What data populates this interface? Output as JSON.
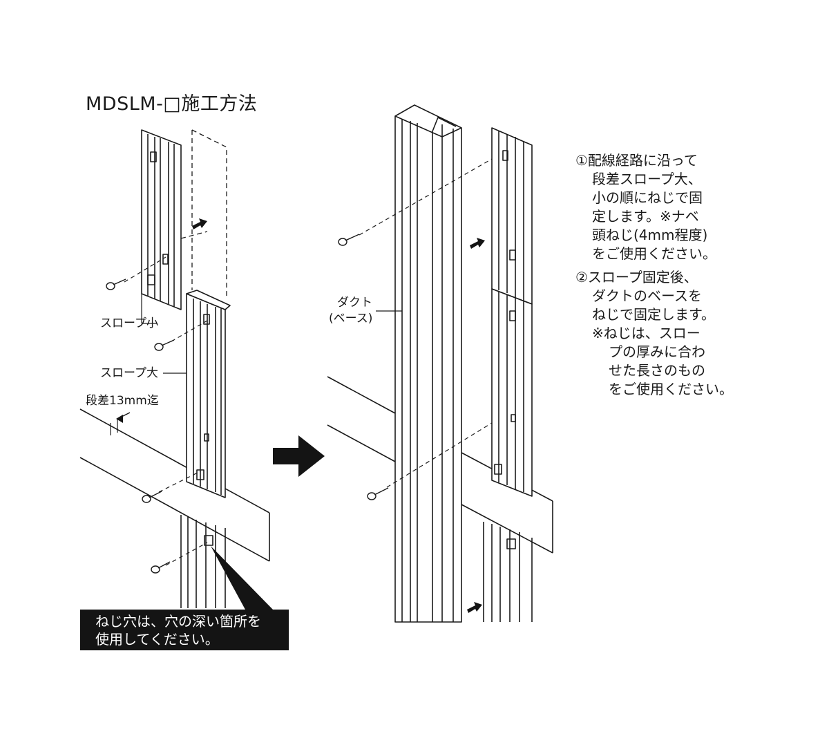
{
  "title": "MDSLM-□施工方法",
  "labels": {
    "slope_small": "スロープ小",
    "slope_large": "スロープ大",
    "step": "段差13mm迄",
    "duct_line1": "ダクト",
    "duct_line2": "(ベース)"
  },
  "instructions": {
    "step1": [
      "①配線経路に沿って",
      "段差スロープ大、",
      "小の順にねじで固",
      "定します。※ナベ",
      "頭ねじ(4mm程度)",
      "をご使用ください。"
    ],
    "step2": [
      "②スロープ固定後、",
      "ダクトのベースを",
      "ねじで固定します。",
      "※ねじは、スロー",
      "プの厚みに合わ",
      "せた長さのもの",
      "をご使用ください。"
    ]
  },
  "note": [
    "ねじ穴は、穴の深い箇所を",
    "使用してください。"
  ]
}
